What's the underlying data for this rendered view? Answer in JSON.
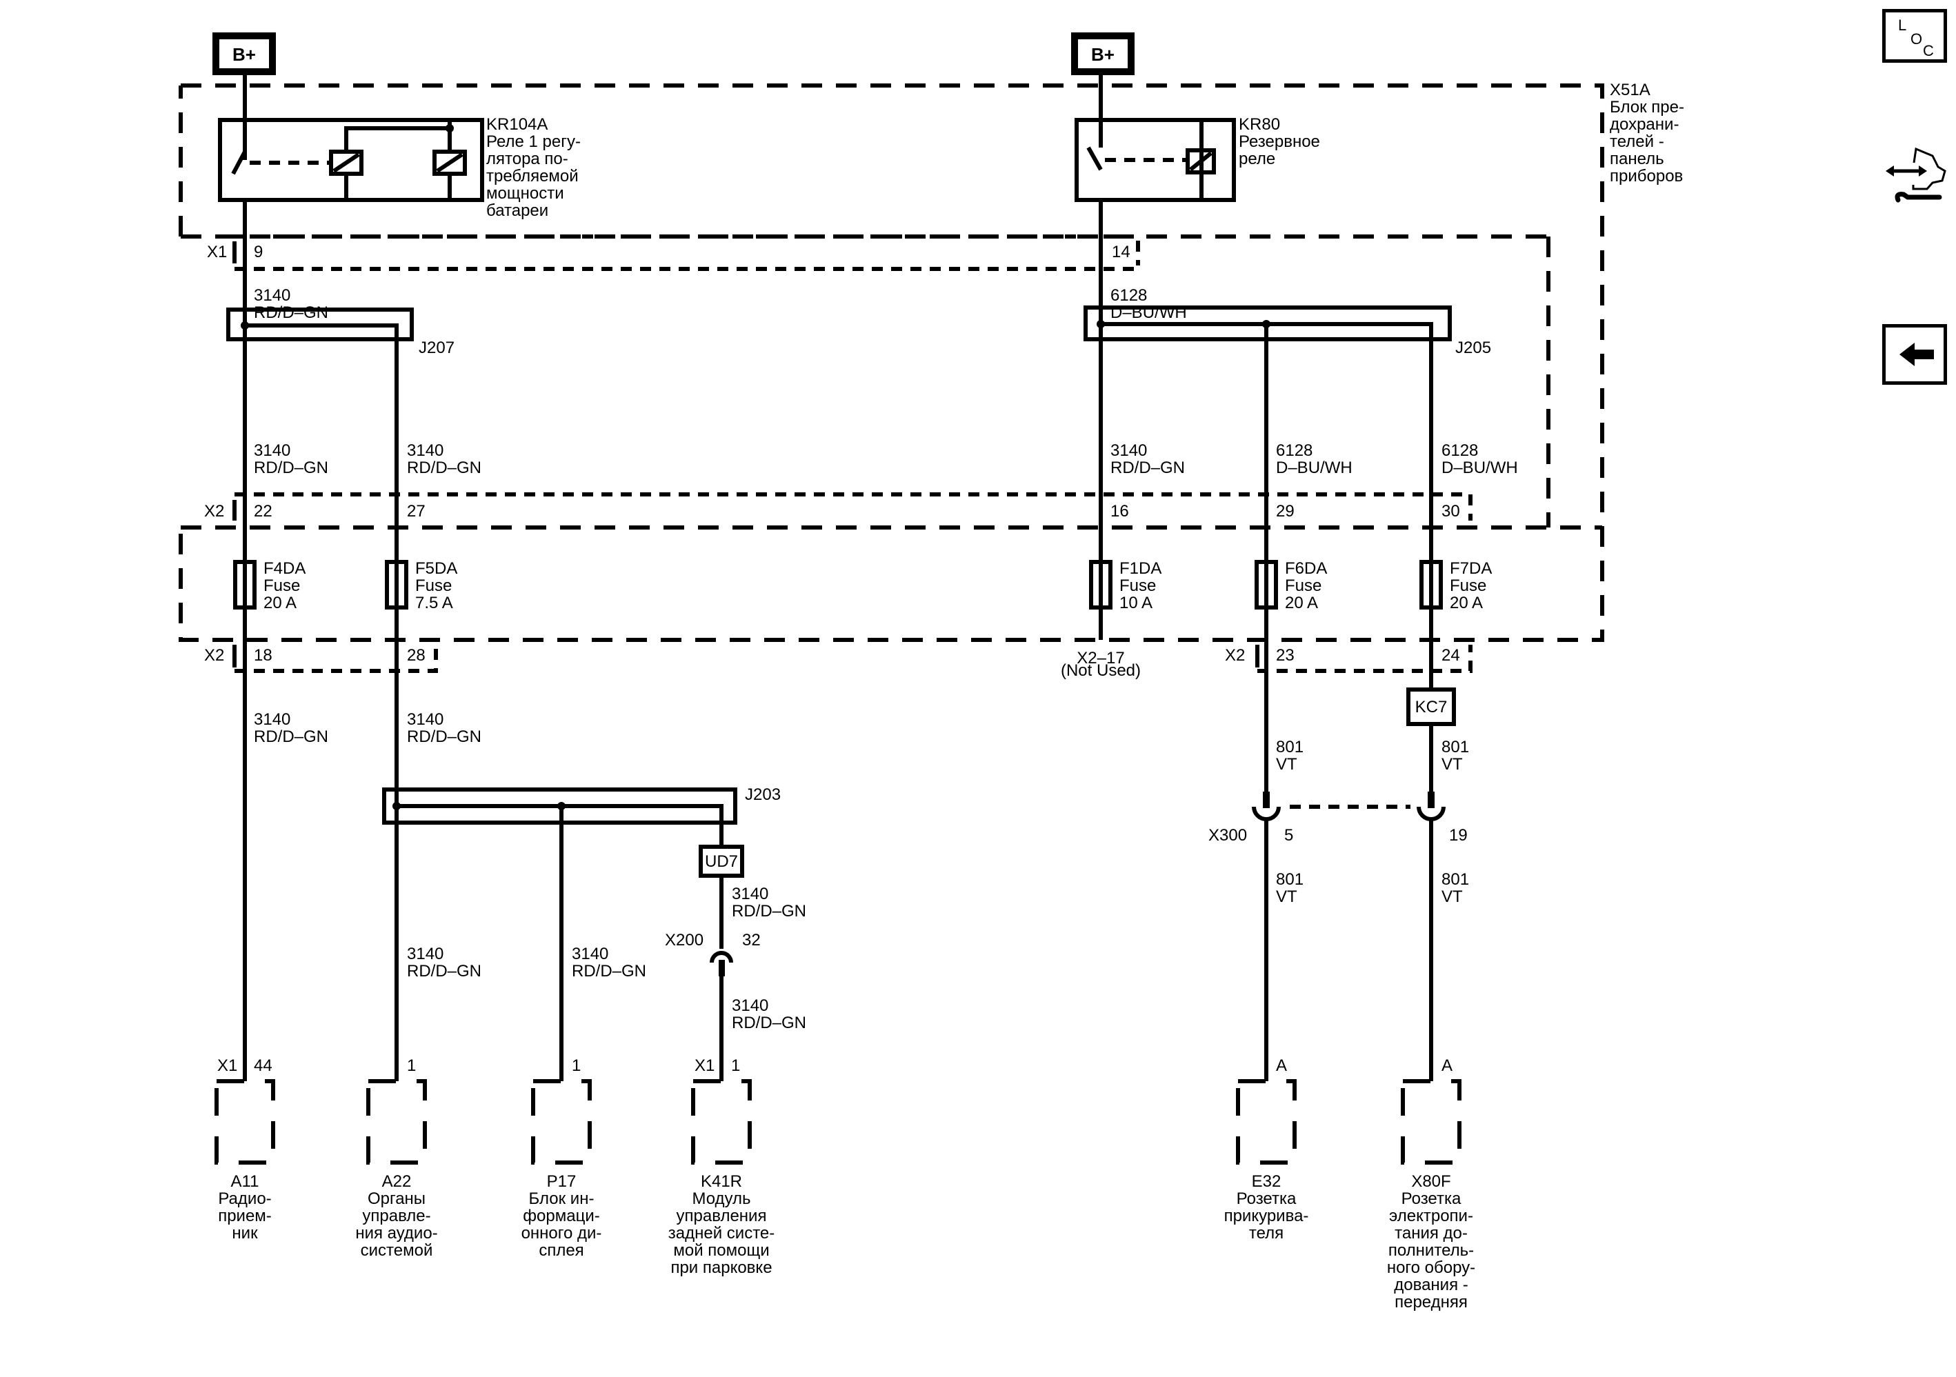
{
  "sources": [
    {
      "label": "B+"
    },
    {
      "label": "B+"
    }
  ],
  "fuse_block": {
    "id": "X51A",
    "lines": [
      "X51A",
      "Блок пре-",
      "дохрани-",
      "телей -",
      "панель",
      "приборов"
    ]
  },
  "relays": [
    {
      "id": "KR104A",
      "lines": [
        "KR104A",
        "Реле 1 регу-",
        "лятора по-",
        "требляемой",
        "мощности",
        "батареи"
      ]
    },
    {
      "id": "KR80",
      "lines": [
        "KR80",
        "Резервное",
        "реле"
      ]
    }
  ],
  "connectors": {
    "x1_top": {
      "name": "X1",
      "pins": [
        "9",
        "14"
      ]
    },
    "x2_top": {
      "name": "X2",
      "pins": [
        "22",
        "27",
        "16",
        "29",
        "30"
      ]
    },
    "x2_bottom": {
      "name": "X2",
      "pins": [
        "18",
        "28",
        "23",
        "24"
      ]
    },
    "x2_17": {
      "lines": [
        "X2–17",
        "(Not Used)"
      ]
    },
    "x200": {
      "name": "X200",
      "pin": "32"
    },
    "x300": {
      "name": "X300",
      "pins": [
        "5",
        "19"
      ]
    }
  },
  "splices": [
    "J207",
    "J205",
    "J203"
  ],
  "options": [
    "UD7",
    "KC7"
  ],
  "fuses": [
    {
      "lines": [
        "F4DA",
        "Fuse",
        "20 A"
      ]
    },
    {
      "lines": [
        "F5DA",
        "Fuse",
        "7.5 A"
      ]
    },
    {
      "lines": [
        "F1DA",
        "Fuse",
        "10 A"
      ]
    },
    {
      "lines": [
        "F6DA",
        "Fuse",
        "20 A"
      ]
    },
    {
      "lines": [
        "F7DA",
        "Fuse",
        "20 A"
      ]
    }
  ],
  "wires": {
    "w3140": [
      "3140",
      "RD/D–GN"
    ],
    "w6128": [
      "6128",
      "D–BU/WH"
    ],
    "w801": [
      "801",
      "VT"
    ]
  },
  "components": [
    {
      "conn": "X1",
      "pin": "44",
      "lines": [
        "A11",
        "Радио-",
        "прием-",
        "ник"
      ]
    },
    {
      "conn": "",
      "pin": "1",
      "lines": [
        "A22",
        "Органы",
        "управле-",
        "ния аудио-",
        "системой"
      ]
    },
    {
      "conn": "",
      "pin": "1",
      "lines": [
        "P17",
        "Блок ин-",
        "формаци-",
        "онного ди-",
        "сплея"
      ]
    },
    {
      "conn": "X1",
      "pin": "1",
      "lines": [
        "K41R",
        "Модуль",
        "управления",
        "задней систе-",
        "мой помощи",
        "при парковке"
      ]
    },
    {
      "conn": "",
      "pin": "A",
      "lines": [
        "E32",
        "Розетка",
        "прикурива-",
        "теля"
      ]
    },
    {
      "conn": "",
      "pin": "A",
      "lines": [
        "X80F",
        "Розетка",
        "электропи-",
        "тания до-",
        "полнитель-",
        "ного обору-",
        "дования -",
        "передняя"
      ]
    }
  ],
  "sidebar": {
    "loc": {
      "l": "L",
      "o": "O",
      "c": "C"
    },
    "icons": [
      "connector-view-icon",
      "back-arrow-icon"
    ]
  }
}
